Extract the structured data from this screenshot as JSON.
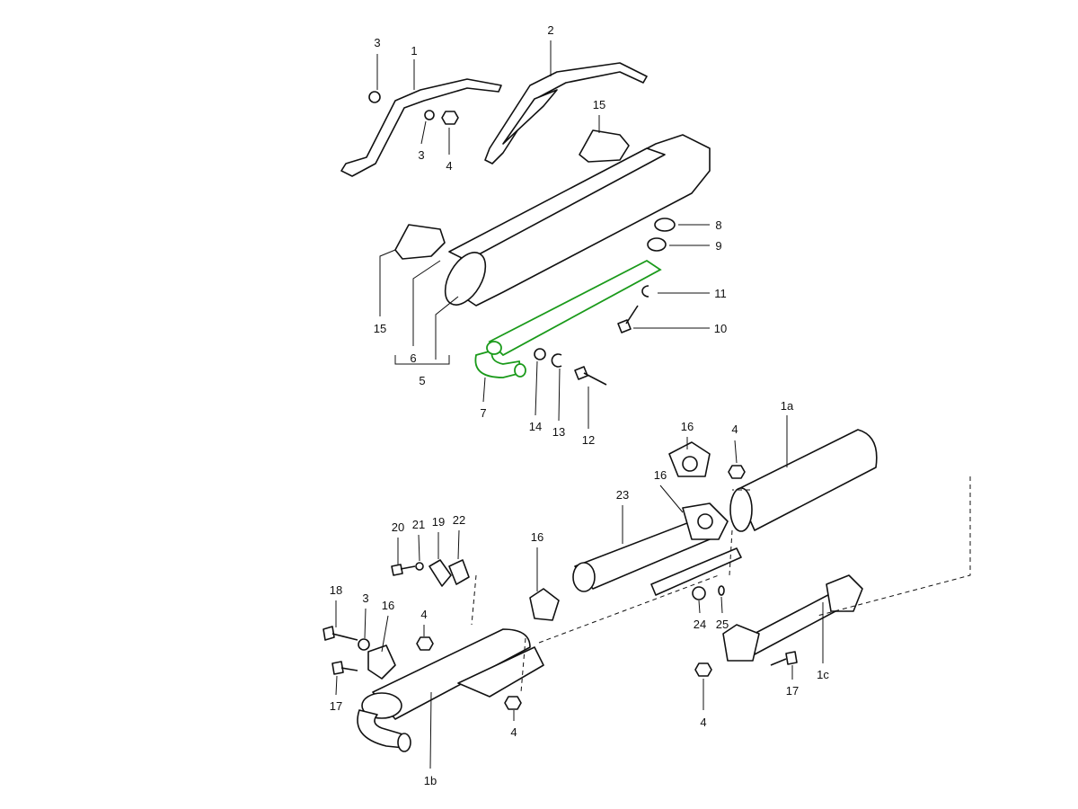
{
  "diagram": {
    "title": "Exhaust system parts diagram",
    "labels": [
      "3",
      "1",
      "2",
      "3",
      "4",
      "15",
      "8",
      "9",
      "11",
      "10",
      "15",
      "6",
      "5",
      "7",
      "14",
      "13",
      "12",
      "16",
      "4",
      "1a",
      "16",
      "23",
      "20",
      "21",
      "19",
      "22",
      "16",
      "18",
      "3",
      "16",
      "4",
      "17",
      "4",
      "1b",
      "24",
      "25",
      "4",
      "17",
      "1c"
    ],
    "highlight_color": "#1a9a1a"
  }
}
